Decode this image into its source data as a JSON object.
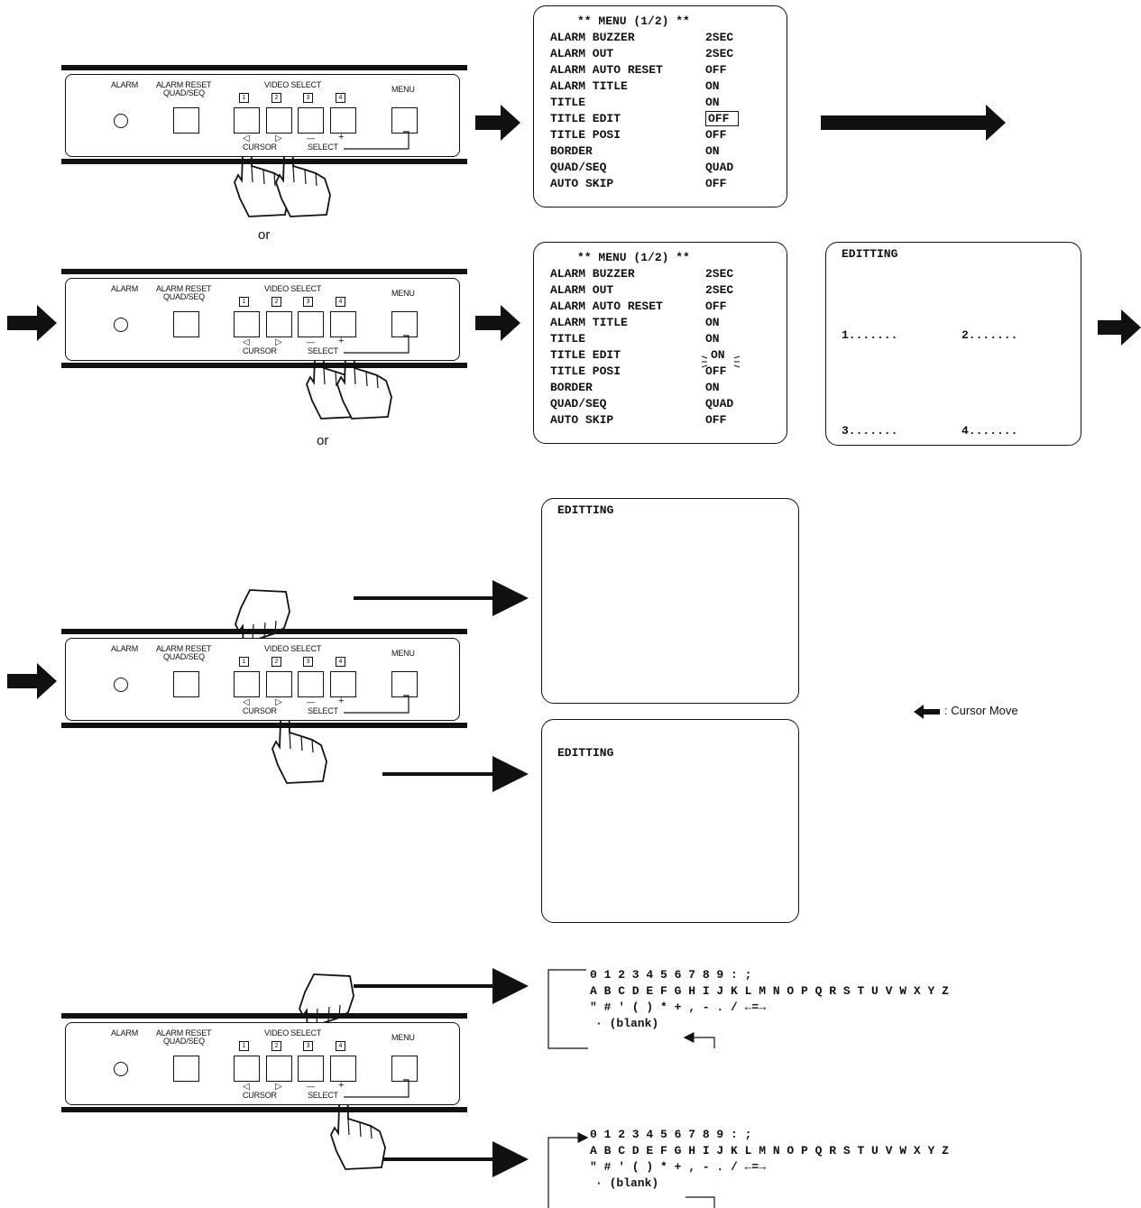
{
  "panel": {
    "alarm": "ALARM",
    "alarm_reset": "ALARM RESET",
    "quad_seq": "QUAD/SEQ",
    "video_select": "VIDEO SELECT",
    "menu": "MENU",
    "channel_numbers": [
      "1",
      "2",
      "3",
      "4"
    ],
    "cursor": "CURSOR",
    "select": "SELECT",
    "left_glyph": "◁",
    "right_glyph": "▷",
    "minus": "—",
    "plus": "+"
  },
  "or_label": "or",
  "menu_screen": {
    "title": "** MENU (1/2) **",
    "items": [
      {
        "name": "ALARM BUZZER",
        "value": "2SEC"
      },
      {
        "name": "ALARM OUT",
        "value": "2SEC"
      },
      {
        "name": "ALARM AUTO RESET",
        "value": "OFF"
      },
      {
        "name": "ALARM TITLE",
        "value": "ON"
      },
      {
        "name": "TITLE",
        "value": "ON"
      },
      {
        "name": "TITLE EDIT",
        "value": "OFF"
      },
      {
        "name": "TITLE POSI",
        "value": "OFF"
      },
      {
        "name": "BORDER",
        "value": "ON"
      },
      {
        "name": "QUAD/SEQ",
        "value": "QUAD"
      },
      {
        "name": "AUTO SKIP",
        "value": "OFF"
      }
    ],
    "title_edit_on": "ON"
  },
  "edit_screen": {
    "title": "EDITTING",
    "slot1": "1.......",
    "slot2": "2.......",
    "slot3": "3.......",
    "slot4": "4......."
  },
  "legend": {
    "text": ": Cursor Move"
  },
  "charset": {
    "row1": "0 1 2 3 4 5 6 7 8 9 : ;",
    "row2": "A B C D E F G H I J K L M N O P Q R S T U V W X Y Z",
    "row3": "\" # ' ( ) * + , - . / ←=→",
    "row4": "· (blank)"
  }
}
